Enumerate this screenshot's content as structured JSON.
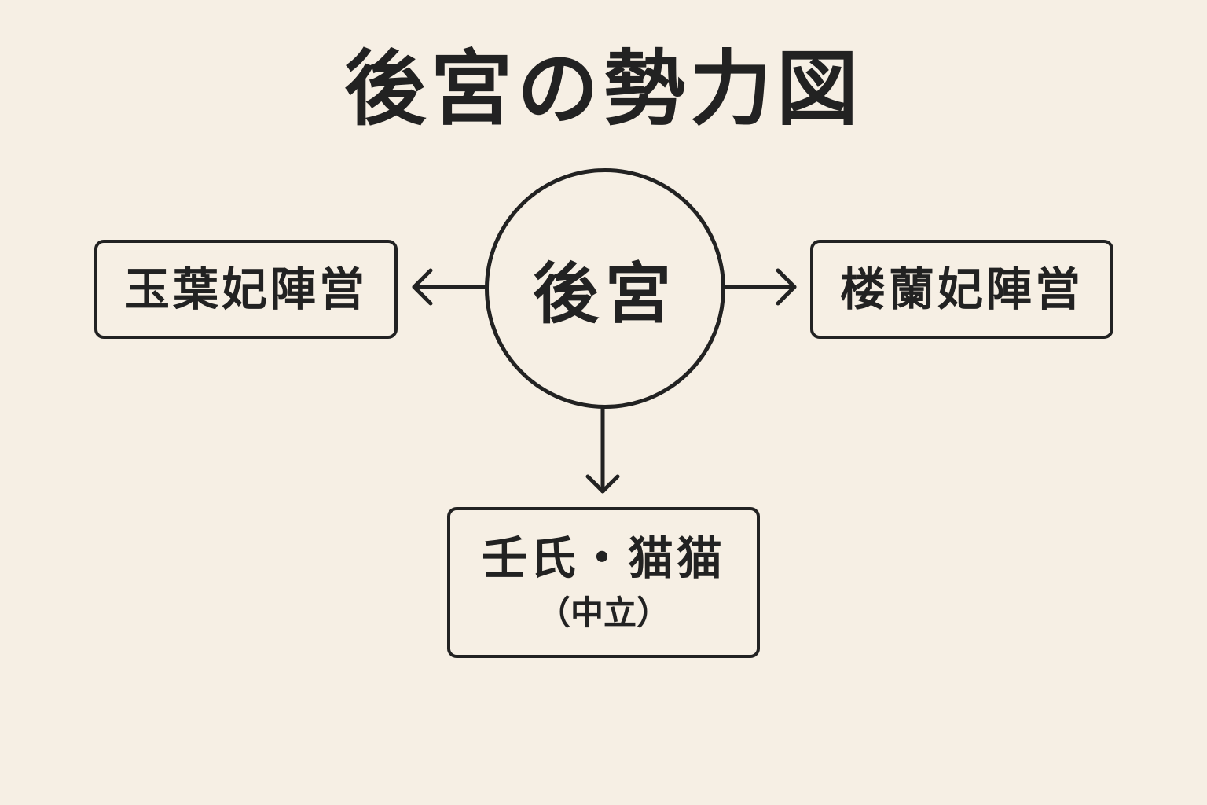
{
  "title": "後宮の勢力図",
  "hub": {
    "label": "後宮"
  },
  "factions": {
    "left": {
      "label": "玉葉妃陣営"
    },
    "right": {
      "label": "楼蘭妃陣営"
    },
    "bottom": {
      "label": "壬氏・猫猫",
      "note": "（中立）"
    }
  },
  "colors": {
    "background": "#f6efe4",
    "ink": "#222222"
  }
}
